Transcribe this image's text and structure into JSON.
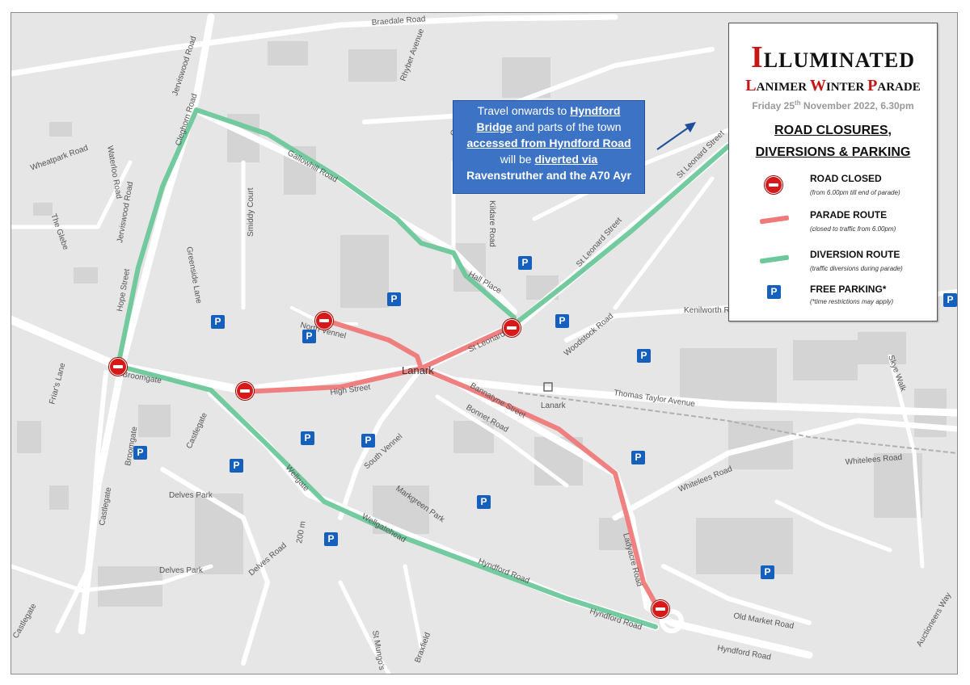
{
  "legend": {
    "title_cap": "I",
    "title_rest": "LLUMINATED",
    "subtitle_l1": "L",
    "subtitle_w1": "ANIMER ",
    "subtitle_l2": "W",
    "subtitle_w2": "INTER ",
    "subtitle_l3": "P",
    "subtitle_w3": "ARADE",
    "date_pre": "Friday 25",
    "date_sup": "th",
    "date_post": " November 2022, 6.30pm",
    "heading_1": "ROAD CLOSURES,",
    "heading_2": "DIVERSIONS & PARKING",
    "items": [
      {
        "label": "ROAD CLOSED",
        "note": "(from 6.00pm till end of parade)"
      },
      {
        "label": "PARADE ROUTE",
        "note": "(closed to traffic from 6.00pm)"
      },
      {
        "label": "DIVERSION ROUTE",
        "note": "(traffic diversions during parade)"
      },
      {
        "label": "FREE PARKING*",
        "note": "(*time restrictions may apply)"
      }
    ],
    "parking_symbol": "P"
  },
  "infobox": {
    "l1a": "Travel onwards to ",
    "l1b": "Hyndford",
    "l2a": "Bridge",
    "l2b": " and parts of the town",
    "l3": "accessed from Hyndford Road",
    "l4a": "will be ",
    "l4b": "diverted via",
    "l5": "Ravenstruther and the A70 Ayr"
  },
  "map": {
    "town_label": "Lanark",
    "station_label": "Lanark",
    "scale_label": "200 m",
    "streets": {
      "braedale": "Braedale Road",
      "rhyber": "Rhyber Avenue",
      "cleghorn": "Cleghorn Road",
      "jerviswood1": "Jerviswood Road",
      "jerviswood2": "Jerviswood Road",
      "waterloo": "Waterloo Road",
      "wheatpark": "Wheatpark Road",
      "thegebe": "The Glebe",
      "hope": "Hope Street",
      "greenside": "Greenside Lane",
      "smiddy": "Smiddy Court",
      "gallowhill": "Gallowhill Road",
      "hallplace": "Hall Place",
      "kildare": "Kildare Road",
      "stleonard": "St Leonard Street",
      "stleonard2": "St Leonard Street",
      "stleonard3": "St Leonard St",
      "northvennel": "North Vennel",
      "highst": "High Street",
      "bannatyne": "Bannatyne Street",
      "woodstock": "Woodstock Road",
      "kenilworth": "Kenilworth Road",
      "skyewalk": "Skye Walk",
      "thomastaylor": "Thomas Taylor Avenue",
      "bonnet": "Bonnet Road",
      "broomgate": "Broomgate",
      "broomgate2": "Broomgate",
      "castlegate": "Castlegate",
      "castlegate2": "Castlegate",
      "castlegate3": "Castlegate",
      "friars": "Friar's Lane",
      "southvennel": "South Vennel",
      "markgreen": "Markgreen Park",
      "wellgate": "Wellgate",
      "wellgatehead": "Wellgatehead",
      "delvespark": "Delves Park",
      "delvespark2": "Delves Park",
      "delvesroad": "Delves Road",
      "hyndford1": "Hyndford Road",
      "hyndford2": "Hyndford Road",
      "hyndford3": "Hyndford Road",
      "ladyacre": "Ladyacre Road",
      "whitelees1": "Whitelees Road",
      "whitelees2": "Whitelees Road",
      "oldmarket": "Old Market Road",
      "auctioneers": "Auctioneers Way",
      "stmungos": "St Mungo's",
      "braxfield": "Braxfield",
      "quarry": "Quarry"
    }
  },
  "colors": {
    "closed": "#d61a1a",
    "parade": "#f07a7a",
    "diversion": "#6cc89a",
    "parking": "#1560bd",
    "infobox": "#3d73c4",
    "title_accent": "#c61616"
  }
}
